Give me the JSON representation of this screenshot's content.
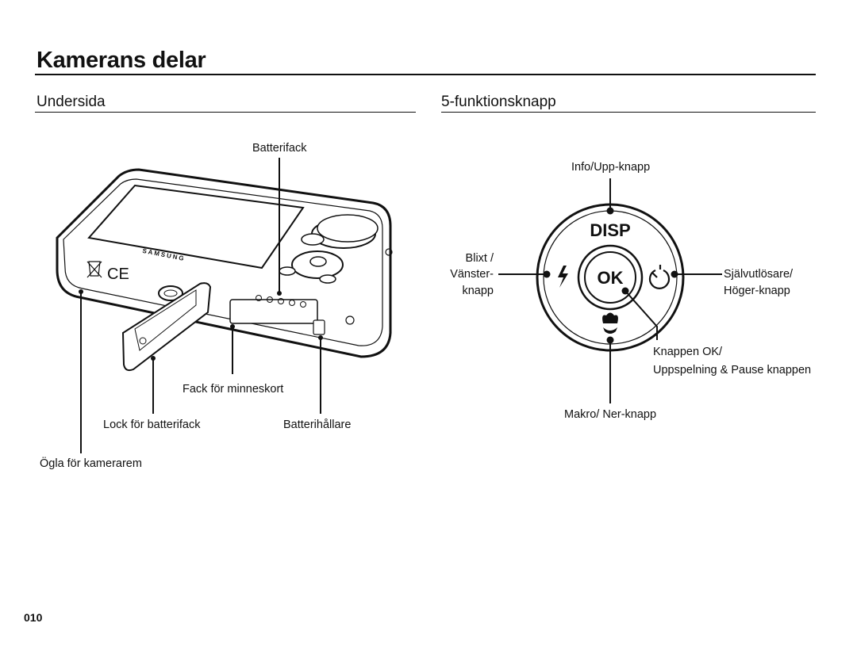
{
  "page_title": "Kamerans delar",
  "sections": {
    "left": {
      "title": "Undersida"
    },
    "right": {
      "title": "5-funktionsknapp"
    }
  },
  "camera_labels": {
    "battery_compartment": "Batterifack",
    "memory_card_slot": "Fack för minneskort",
    "battery_lock": "Lock för batterifack",
    "battery_holder": "Batterihållare",
    "strap_eyelet": "Ögla för kamerarem",
    "brand": "SAMSUNG"
  },
  "button_labels": {
    "info_up": "Info/Upp-knapp",
    "flash_left_1": "Blixt /",
    "flash_left_2": "Vänster-",
    "flash_left_3": "knapp",
    "timer_right_1": "Självutlösare/",
    "timer_right_2": "Höger-knapp",
    "ok_1": "Knappen OK/",
    "ok_2": "Uppspelning & Pause knappen",
    "macro_down": "Makro/ Ner-knapp"
  },
  "dial_marks": {
    "disp": "DISP",
    "ok": "OK"
  },
  "page_number": "010"
}
